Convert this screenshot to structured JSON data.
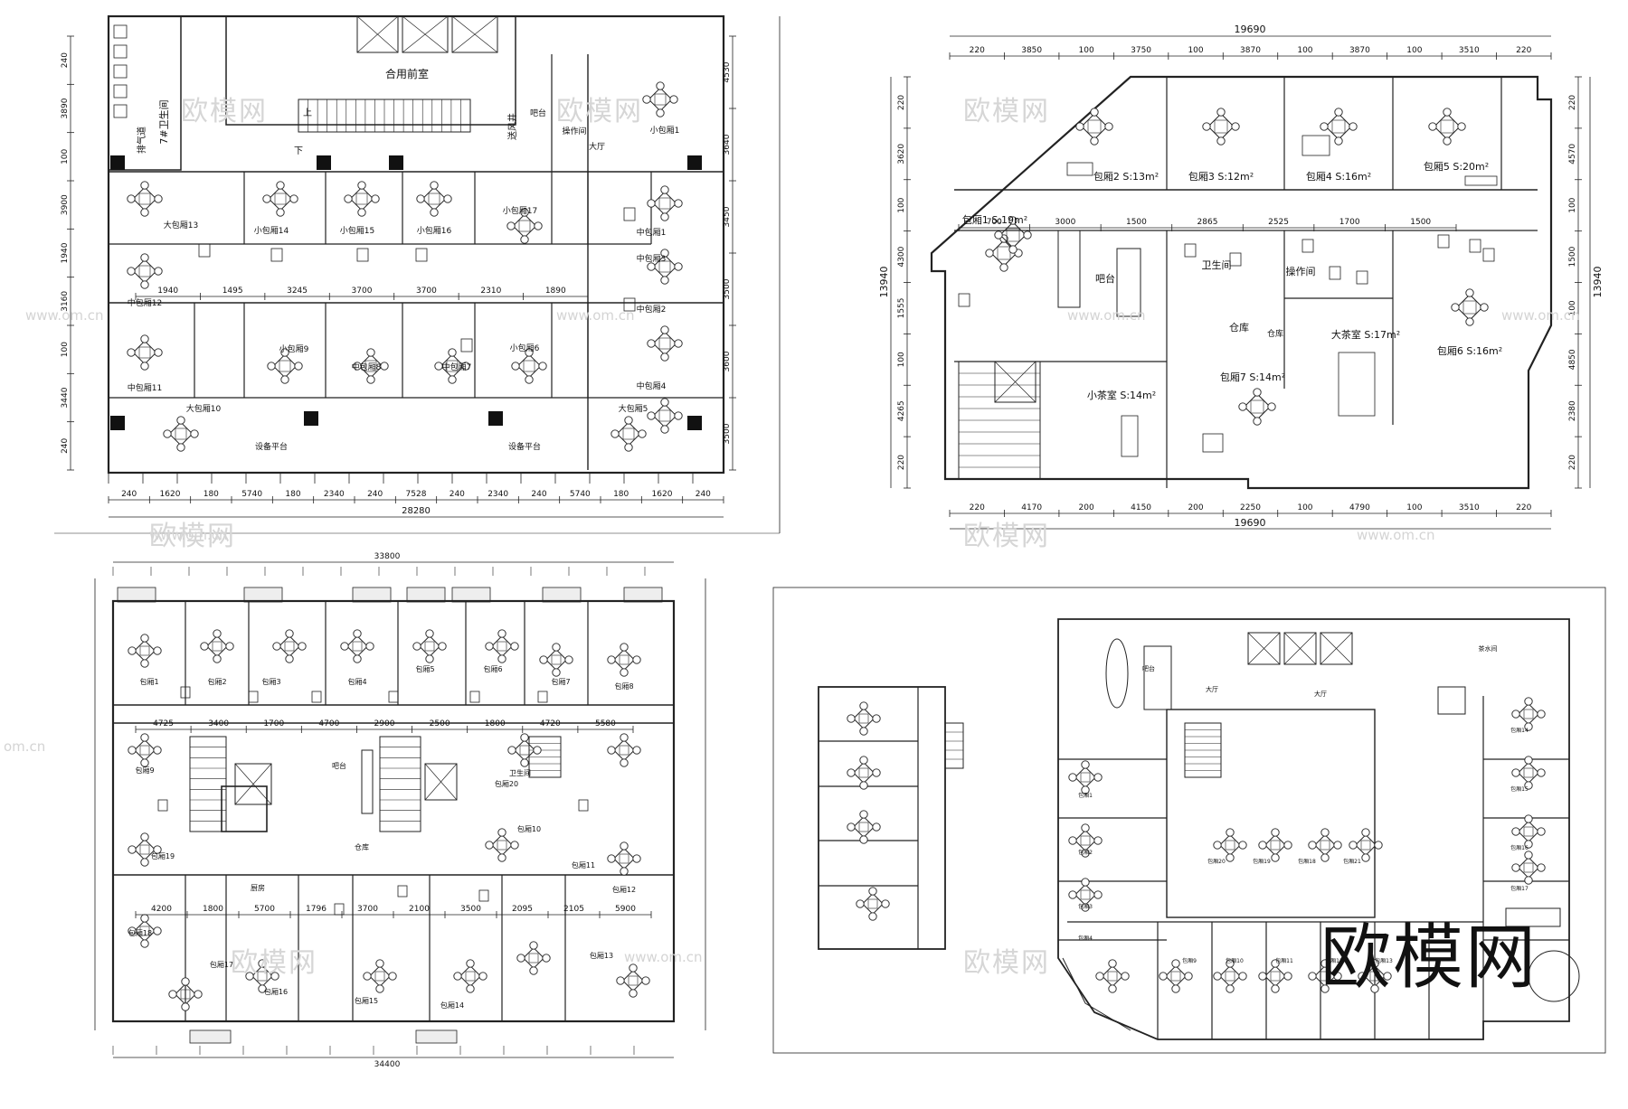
{
  "watermark": {
    "brand": "欧模网",
    "url": "www.om.cn",
    "url_short": "om.cn",
    "big": "欧模网"
  },
  "plan_tl": {
    "rooms": [
      "合用前室",
      "7#卫生间",
      "排气道",
      "送风井",
      "大包厢13",
      "小包厢14",
      "小包厢15",
      "小包厢16",
      "小包厢17",
      "中包厢12",
      "中包厢11",
      "小包厢9",
      "中包厢8",
      "中包厢7",
      "小包厢6",
      "中包厢3",
      "中包厢2",
      "中包厢1",
      "中包厢4",
      "小包厢1",
      "大包厢10",
      "大包厢5",
      "大厅",
      "操作间",
      "吧台",
      "设备平台",
      "卫生间",
      "上",
      "下"
    ],
    "dims_bottom": [
      "240",
      "1620",
      "180",
      "5740",
      "180",
      "2340",
      "240",
      "7528",
      "240",
      "2340",
      "240",
      "5740",
      "180",
      "1620",
      "240"
    ],
    "total": "28280",
    "dims_mid": [
      "1940",
      "1495",
      "3245",
      "3700",
      "3700",
      "2310",
      "1890"
    ]
  },
  "plan_tr": {
    "dims_top": [
      "220",
      "3850",
      "100",
      "3750",
      "100",
      "3870",
      "100",
      "3870",
      "100",
      "3510",
      "220"
    ],
    "total_top": "19690",
    "dims_bottom": [
      "220",
      "4170",
      "200",
      "4150",
      "200",
      "2250",
      "100",
      "4790",
      "100",
      "3510",
      "220"
    ],
    "total_bottom": "19690",
    "dims_left": [
      "220",
      "3620",
      "100",
      "4300",
      "1555",
      "100",
      "4265",
      "220"
    ],
    "total_left": "13940",
    "dims_right": [
      "220",
      "4570",
      "100",
      "1500",
      "100",
      "4850",
      "2380",
      "220"
    ],
    "total_right": "13940",
    "dims_mid": [
      "700",
      "3000",
      "1500",
      "2865",
      "2525",
      "1700",
      "1500"
    ],
    "rooms": [
      "包厢1",
      "包厢2",
      "包厢3",
      "包厢4",
      "包厢5",
      "包厢6",
      "包厢7",
      "吧台",
      "卫生间",
      "操作间",
      "仓库",
      "大茶室",
      "小茶室"
    ],
    "areas": [
      "S:19m²",
      "S:13m²",
      "S:12m²",
      "S:16m²",
      "S:20m²",
      "S:16m²",
      "S:14m²",
      "S:17m²",
      "S:14m²"
    ]
  },
  "plan_bl": {
    "total_top": "33800",
    "total_bottom": "34400",
    "dims_mid": [
      "4725",
      "3400",
      "1700",
      "4700",
      "2900",
      "2500",
      "1800",
      "4720",
      "5580"
    ],
    "dims_lower": [
      "4200",
      "1800",
      "5700",
      "1796",
      "3700",
      "2100",
      "3500",
      "2095",
      "2105",
      "5900"
    ],
    "rooms": [
      "包厢1",
      "包厢2",
      "包厢3",
      "包厢4",
      "包厢5",
      "包厢6",
      "包厢7",
      "包厢8",
      "包厢9",
      "包厢10",
      "包厢11",
      "包厢12",
      "包厢13",
      "包厢14",
      "包厢15",
      "包厢16",
      "包厢17",
      "包厢18",
      "包厢19",
      "包厢20",
      "吧台",
      "仓库",
      "厨房",
      "卫生间"
    ]
  },
  "plan_br": {
    "rooms": [
      "大厅",
      "大厅",
      "吧台",
      "茶水间",
      "包厢1",
      "包厢2",
      "包厢3",
      "包厢4",
      "包厢9",
      "包厢10",
      "包厢11",
      "包厢12",
      "包厢13",
      "包厢14",
      "包厢15",
      "包厢16",
      "包厢17",
      "包厢18",
      "包厢19",
      "包厢20",
      "包厢21"
    ]
  }
}
